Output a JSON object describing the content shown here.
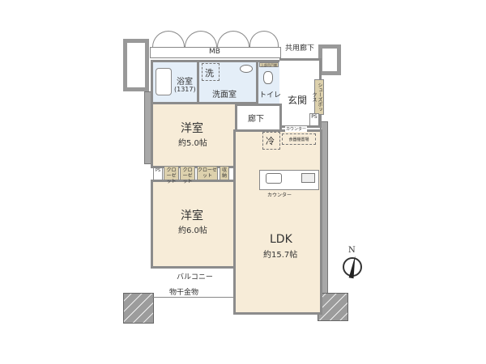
{
  "labels": {
    "mb": "MB",
    "common_corridor": "共用廊下",
    "bathroom": "浴室",
    "bathroom_size": "(1317)",
    "washer": "洗",
    "washroom": "洗面室",
    "upper_cabinet": "上部吊戸棚",
    "toilet": "トイレ",
    "entrance": "玄関",
    "shoe_box": "シューズボックス",
    "hallway": "廊下",
    "counter_small": "カウンター",
    "ps1": "PS",
    "ps2": "PS",
    "fridge": "冷",
    "cupboard": "食器棚置場",
    "room1": "洋室",
    "room1_size": "約5.0帖",
    "closet1": "クローゼット",
    "closet2": "クローゼット",
    "closet3": "クローゼット",
    "storage": "収納",
    "room2": "洋室",
    "room2_size": "約6.0帖",
    "kitchen_counter": "カウンター",
    "ldk": "LDK",
    "ldk_size": "約15.7帖",
    "balcony": "バルコニー",
    "drying_rack": "物干金物",
    "north": "N"
  }
}
